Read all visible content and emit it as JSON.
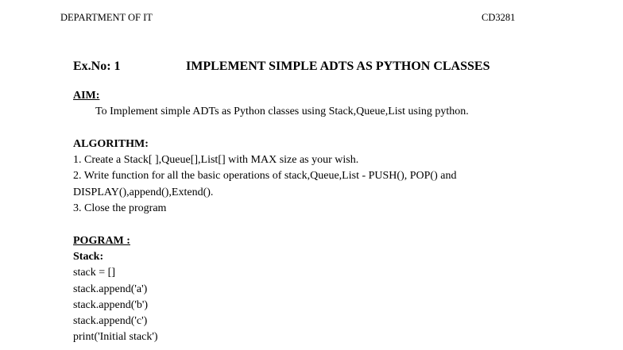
{
  "header": {
    "left": "DEPARTMENT OF IT",
    "right": "CD3281"
  },
  "title": {
    "exno": "Ex.No: 1",
    "text": "IMPLEMENT SIMPLE ADTS AS PYTHON CLASSES"
  },
  "aim": {
    "heading": "AIM:",
    "text": "To Implement simple ADTs as Python classes using Stack,Queue,List using python."
  },
  "algorithm": {
    "heading": "ALGORITHM:",
    "steps": [
      "1. Create a Stack[ ],Queue[],List[] with MAX size as your wish.",
      "2. Write function for all the basic operations of stack,Queue,List - PUSH(), POP() and",
      "DISPLAY(),append(),Extend().",
      "3. Close the program"
    ]
  },
  "program": {
    "heading": "POGRAM :",
    "subheading": "Stack:",
    "lines": [
      "stack = []",
      "stack.append('a')",
      "stack.append('b')",
      "stack.append('c')",
      "print('Initial stack')"
    ]
  }
}
